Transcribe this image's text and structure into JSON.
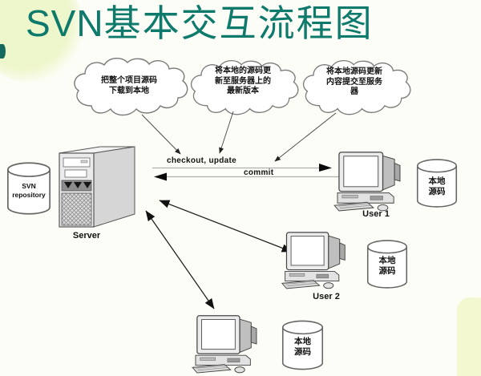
{
  "title": {
    "latin": "SVN",
    "cjk": "基本交互流程图"
  },
  "clouds": [
    {
      "text": "把整个项目源码\n下载到本地"
    },
    {
      "text": "将本地的源码更\n新至服务器上的\n最新版本"
    },
    {
      "text": "将本地源码更新\n内容提交至服务\n器"
    }
  ],
  "server": {
    "label": "Server",
    "repository_label": "SVN\nrepository"
  },
  "flows": {
    "checkout": "checkout, update",
    "commit": "commit"
  },
  "users": [
    {
      "label": "User 1",
      "storage": "本地\n源码"
    },
    {
      "label": "User 2",
      "storage": "本地\n源码"
    },
    {
      "label": "",
      "storage": "本地\n源码"
    }
  ],
  "colors": {
    "title_teal": "#0d7a6b",
    "background": "#fdfdf7",
    "accent_green": "#eef6cb",
    "arrow_black": "#111111",
    "line_gray": "#b0b0b0"
  }
}
